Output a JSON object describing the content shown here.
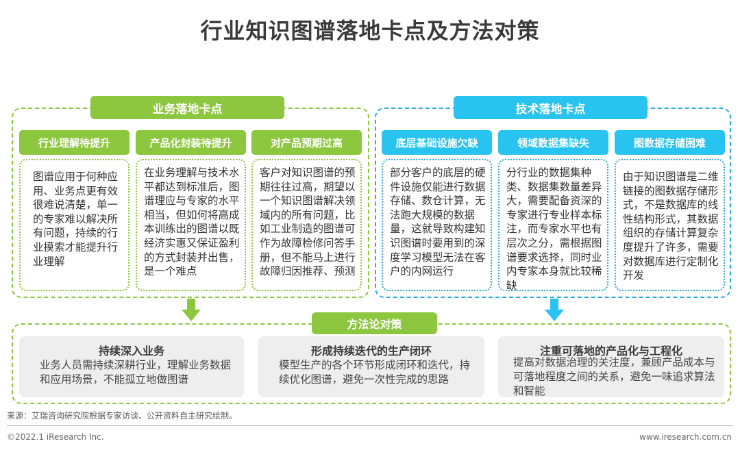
{
  "title": "行业知识图谱落地卡点及方法对策",
  "business": {
    "header": "业务落地卡点",
    "columns": [
      {
        "title": "行业理解待提升",
        "text": "图谱应用于何种应用、业务点更有效很难说清楚，单一的专家难以解决所有问题，持续的行业摸索才能提升行业理解"
      },
      {
        "title": "产品化封装待提升",
        "text": "在业务理解与技术水平都达到标准后，图谱理应与专家的水平相当，但如何将高成本训练出的图谱以既经济实惠又保证盈利的方式封装并出售，是一个难点"
      },
      {
        "title": "对产品预期过高",
        "text": "客户对知识图谱的预期往往过高，期望以一个知识图谱解决领域内的所有问题，比如工业制造的图谱可作为故障检修问答手册，但不能马上进行故障归因推荐、预测"
      }
    ]
  },
  "technical": {
    "header": "技术落地卡点",
    "columns": [
      {
        "title": "底层基础设施欠缺",
        "text": "部分客户的底层的硬件设施仅能进行数据存储、数仓计算，无法跑大规模的数据量，这就导致构建知识图谱时要用到的深度学习模型无法在客户的内网运行"
      },
      {
        "title": "领域数据集缺失",
        "text": "分行业的数据集种类、数据集数量差异大，需要配备资深的专家进行专业样本标注，而专家水平也有层次之分，需根据图谱要求选择，同时业内专家本身就比较稀缺"
      },
      {
        "title": "图数据存储困难",
        "text": "由于知识图谱是二维链接的图数据存储形式，不是数据库的线性结构形式，其数据组织的存储计算复杂度提升了许多，需要对数据库进行定制化开发"
      }
    ]
  },
  "methods": {
    "header": "方法论对策",
    "items": [
      {
        "title": "持续深入业务",
        "text": "业务人员需持续深耕行业，理解业务数据和应用场景，不能孤立地做图谱"
      },
      {
        "title": "形成持续迭代的生产闭环",
        "text": "模型生产的各个环节形成闭环和迭代，持续优化图谱，避免一次性完成的思路"
      },
      {
        "title": "注重可落地的产品化与工程化",
        "text": "提高对数据治理的关注度，兼顾产品成本与可落地程度之间的关系，避免一味追求算法和智能"
      }
    ]
  },
  "source": "来源：艾瑞咨询研究院根据专家访谈、公开资料自主研究绘制。",
  "footer": {
    "copyright": "©2022.1 iResearch Inc.",
    "url": "www.iresearch.com.cn"
  },
  "colors": {
    "green": "#8dc63f",
    "blue": "#29c3ef",
    "grey_box": "#eeeeee"
  }
}
